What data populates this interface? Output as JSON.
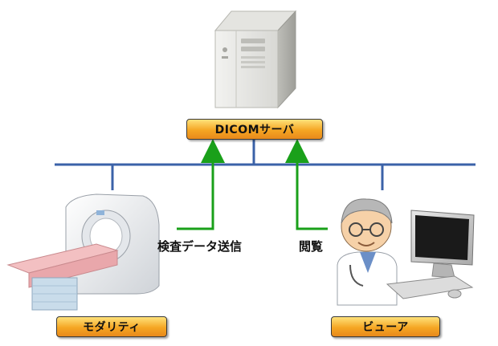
{
  "nodes": {
    "server_label": "DICOMサーバ",
    "modality_label": "モダリティ",
    "viewer_label": "ビューア"
  },
  "flows": {
    "send_label": "検査データ送信",
    "view_label": "閲覧"
  },
  "colors": {
    "network_line": "#3b62a8",
    "arrow": "#1aa01a",
    "label_fill": "#f5a623",
    "label_border": "#3a3a3a"
  }
}
